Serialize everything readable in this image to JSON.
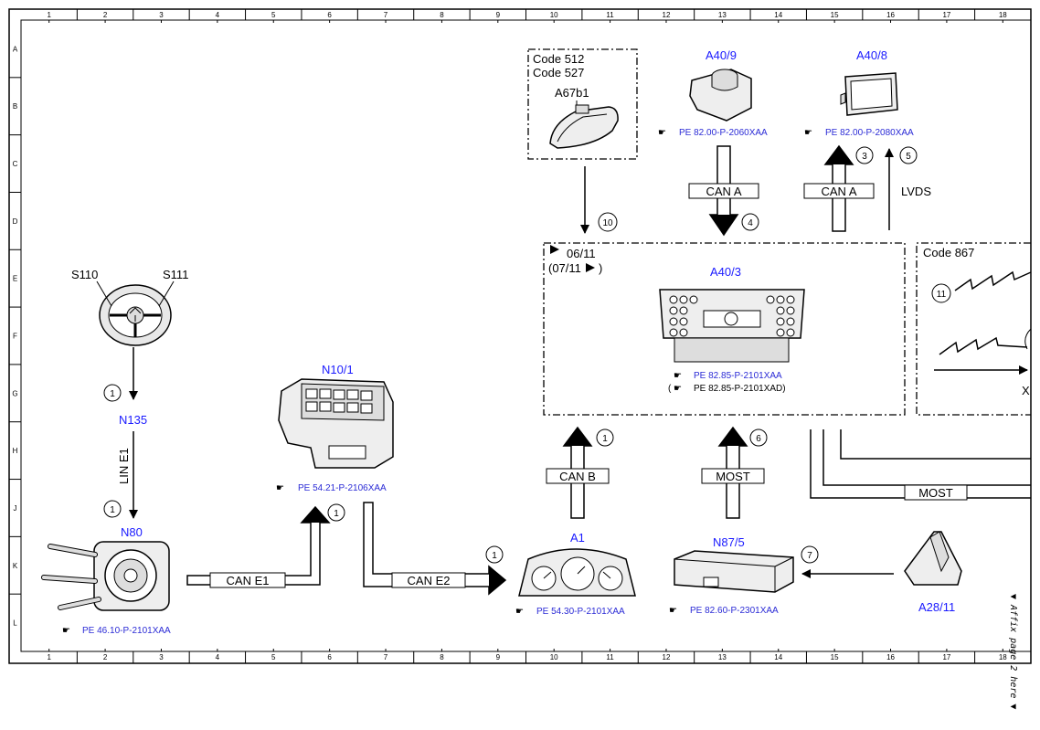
{
  "grid": {
    "columns": [
      "1",
      "2",
      "3",
      "4",
      "5",
      "6",
      "7",
      "8",
      "9",
      "10",
      "11",
      "12",
      "13",
      "14",
      "15",
      "16",
      "17",
      "18"
    ],
    "rows": [
      "A",
      "B",
      "C",
      "D",
      "E",
      "F",
      "G",
      "H",
      "J",
      "K",
      "L"
    ]
  },
  "components": {
    "s110": "S110",
    "s111": "S111",
    "n135": "N135",
    "n80": "N80",
    "n10_1": "N10/1",
    "a1": "A1",
    "n87_5": "N87/5",
    "a28_11": "A28/11",
    "a40_3": "A40/3",
    "a40_9": "A40/9",
    "a40_8": "A40/8",
    "a67b1": "A67b1"
  },
  "codes": {
    "code512": "Code 512",
    "code527": "Code 527",
    "code867": "Code 867",
    "date1": "06/11",
    "date2": "(07/11",
    "date2_close": ")"
  },
  "refs": {
    "n80": "PE 46.10-P-2101XAA",
    "n10_1": "PE 54.21-P-2106XAA",
    "a1": "PE 54.30-P-2101XAA",
    "n87_5": "PE 82.60-P-2301XAA",
    "a40_3": "PE 82.85-P-2101XAA",
    "a40_3_alt": "PE 82.85-P-2101XAD)",
    "a40_3_alt_open": "(",
    "a40_9": "PE 82.00-P-2060XAA",
    "a40_8": "PE 82.00-P-2080XAA"
  },
  "buses": {
    "lin_e1": "LIN E1",
    "can_e1": "CAN E1",
    "can_e2": "CAN E2",
    "can_b": "CAN B",
    "most_1": "MOST",
    "most_2": "MOST",
    "can_a_1": "CAN A",
    "can_a_2": "CAN A",
    "lvds": "LVDS"
  },
  "markers": {
    "m1a": "1",
    "m1b": "1",
    "m1c": "1",
    "m1d": "1",
    "m1e": "1",
    "m3": "3",
    "m4": "4",
    "m5": "5",
    "m6": "6",
    "m7": "7",
    "m10": "10",
    "m11": "11"
  },
  "partial_label": "X",
  "affix_note": "▼ Affix page 2 here ▼"
}
